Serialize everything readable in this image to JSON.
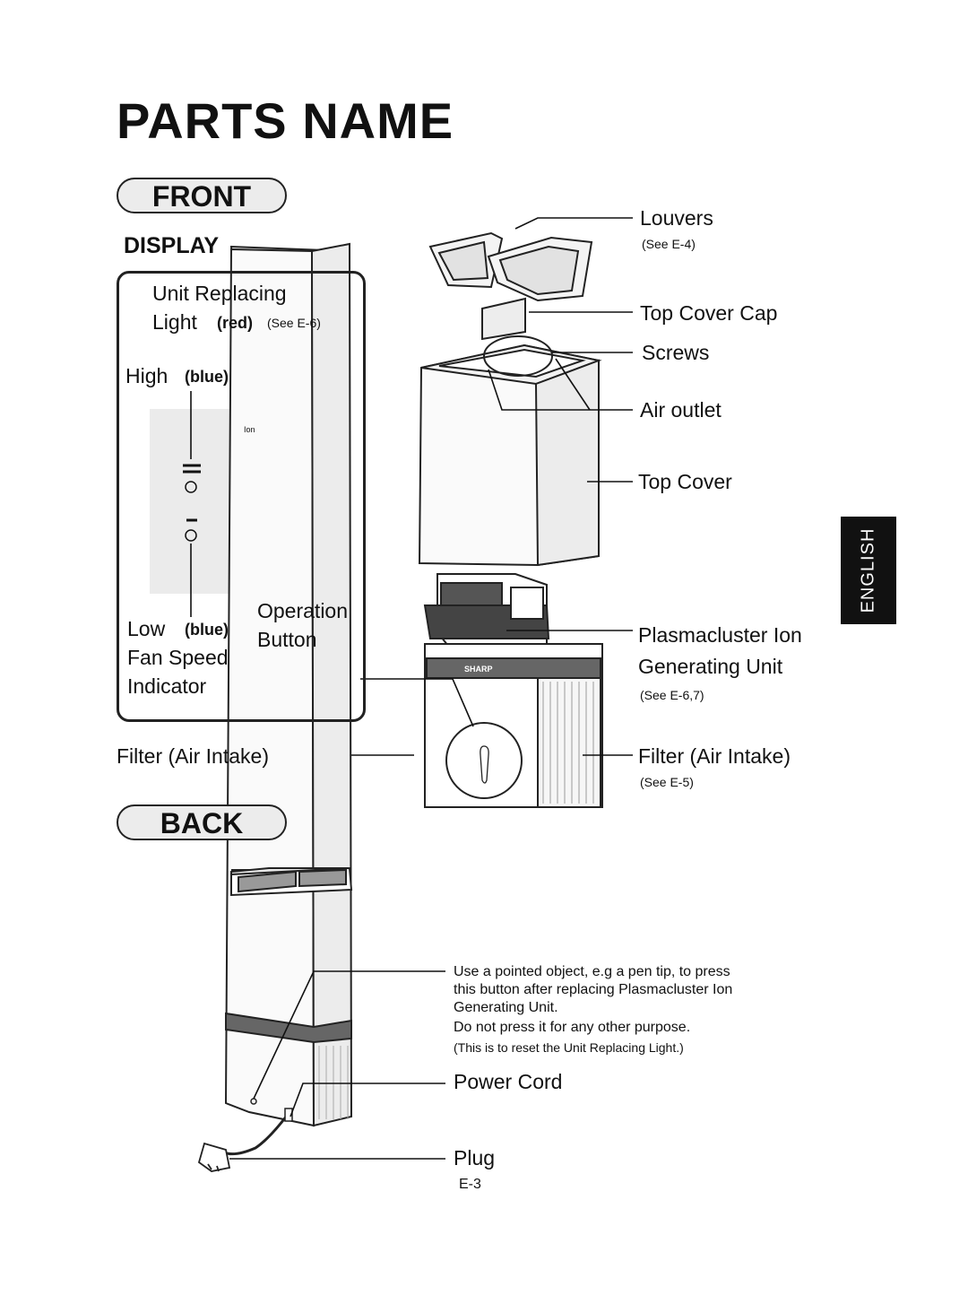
{
  "page_title": "PARTS NAME",
  "sections": {
    "front": "FRONT",
    "back": "BACK"
  },
  "display": {
    "heading": "DISPLAY",
    "unit_replacing": "Unit Replacing",
    "light": "Light",
    "light_color": "(red)",
    "light_ref": "(See E-6)",
    "high": "High",
    "high_color": "(blue)",
    "low": "Low",
    "low_color": "(blue)",
    "fan_speed": "Fan Speed",
    "indicator": "Indicator",
    "operation": "Operation",
    "button": "Button",
    "ion_mark": "Ion"
  },
  "labels": {
    "filter_left": "Filter (Air Intake)",
    "louvers": "Louvers",
    "louvers_ref": "(See E-4)",
    "top_cover_cap": "Top Cover Cap",
    "screws": "Screws",
    "air_outlet": "Air outlet",
    "top_cover": "Top Cover",
    "plasmacluster_1": "Plasmacluster Ion",
    "plasmacluster_2": "Generating Unit",
    "plasmacluster_ref": "(See E-6,7)",
    "filter_right": "Filter (Air Intake)",
    "filter_ref": "(See E-5)",
    "brand": "SHARP"
  },
  "back": {
    "note_1": "Use a pointed object, e.g a pen tip, to press",
    "note_2": "this button after replacing Plasmacluster Ion",
    "note_3": "Generating Unit.",
    "note_4": "Do not press it for any other purpose.",
    "note_5": "(This is to reset the Unit Replacing Light.)",
    "power_cord": "Power Cord",
    "plug": "Plug"
  },
  "page_number": "E-3",
  "language_tab": "ENGLISH",
  "colors": {
    "panel_bg": "#ebebeb",
    "band": "#666666",
    "tab": "#111111"
  }
}
